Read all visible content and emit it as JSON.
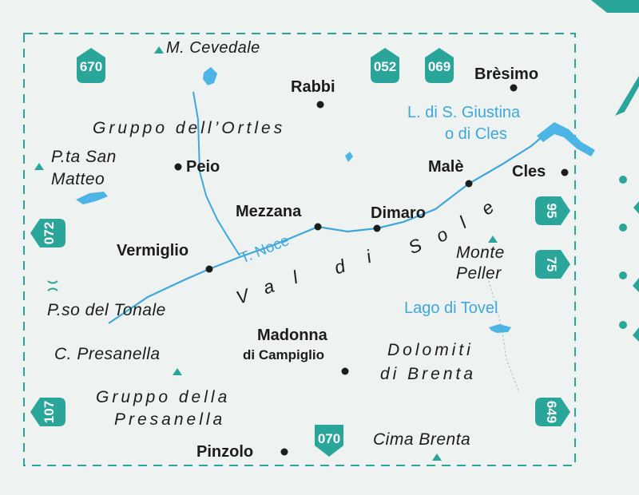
{
  "colors": {
    "teal": "#2aa59a",
    "river": "#3ea8dc",
    "lake": "#4db5e6",
    "text": "#1c1c1c",
    "background": "#eef2f1"
  },
  "towns": {
    "rabbi": "Rabbi",
    "bresimo": "Brèsimo",
    "peio": "Peio",
    "male": "Malè",
    "cles": "Cles",
    "mezzana": "Mezzana",
    "dimaro": "Dimaro",
    "vermiglio": "Vermiglio",
    "madonna_1": "Madonna",
    "madonna_2": "di Campiglio",
    "pinzolo": "Pinzolo"
  },
  "peaks": {
    "cevedale": "M. Cevedale",
    "san_matteo_1": "P.ta San",
    "san_matteo_2": "Matteo",
    "monte_peller_1": "Monte",
    "monte_peller_2": "Peller",
    "presanella": "C. Presanella",
    "cima_brenta": "Cima Brenta"
  },
  "passes": {
    "tonale": "P.so del Tonale"
  },
  "ranges": {
    "ortles": "Gruppo dell’Ortles",
    "presanella_1": "Gruppo della",
    "presanella_2": "Presanella",
    "brenta_1": "Dolomiti",
    "brenta_2": "di Brenta"
  },
  "valleys": {
    "val_di_sole": [
      "V",
      "a",
      "l",
      "d",
      "i",
      "S",
      "o",
      "l",
      "e"
    ]
  },
  "water": {
    "noce": "T. Noce",
    "giustina_1": "L. di S. Giustina",
    "giustina_2": "o di Cles",
    "tovel": "Lago di Tovel"
  },
  "sheets": {
    "s670": "670",
    "s052": "052",
    "s069": "069",
    "s072": "072",
    "s95": "95",
    "s75": "75",
    "s107": "107",
    "s070": "070",
    "s649": "649"
  },
  "icons": [
    "peak-icon",
    "pass-icon",
    "town-dot-icon",
    "sheet-badge-icon",
    "list-bullet-icon"
  ]
}
